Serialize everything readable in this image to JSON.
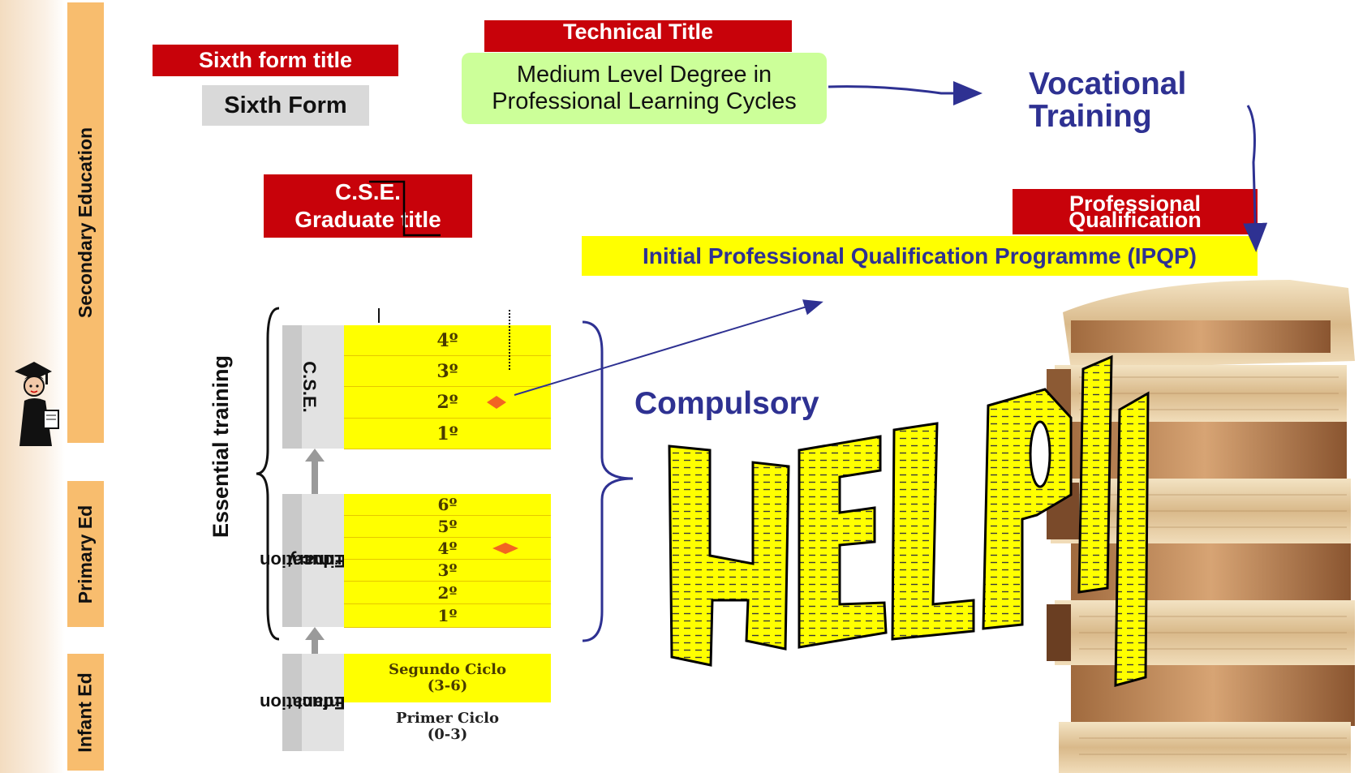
{
  "sidebar": {
    "secondary": "Secondary Education",
    "primary": "Primary Ed",
    "infant": "Infant Ed"
  },
  "titles": {
    "sixth_form_title": "Sixth form  title",
    "sixth_form": "Sixth Form",
    "technical_title": "Technical Title",
    "medium_level_line1": "Medium Level Degree in",
    "medium_level_line2": "Professional Learning Cycles",
    "vocational_line1": "Vocational",
    "vocational_line2": "Training",
    "cse_line1": "C.S.E.",
    "cse_line2": "Graduate title",
    "professional_line1": "Professional",
    "professional_line2": "Qualification",
    "ipqp": "Initial Professional Qualification Programme (IPQP)"
  },
  "stages": {
    "essential": "Essential training",
    "compulsory": "Compulsory",
    "cse_label": "C.S.E.",
    "primary_label_1": "Primary",
    "primary_label_2": "Education",
    "infant_label_1": "Infant",
    "infant_label_2": "Education",
    "cse_years": [
      "4º",
      "3º",
      "2º",
      "1º"
    ],
    "primary_years": [
      "6º",
      "5º",
      "4º",
      "3º",
      "2º",
      "1º"
    ],
    "segundo_1": "Segundo Ciclo",
    "segundo_2": "(3-6)",
    "primer_1": "Primer Ciclo",
    "primer_2": "(0-3)"
  },
  "banner": {
    "text": "HELPii"
  },
  "colors": {
    "accent_red": "#c8020a",
    "navy": "#2e3192",
    "yellow": "#ffff00",
    "green": "#ccff99",
    "orange": "#f8bd6e"
  }
}
